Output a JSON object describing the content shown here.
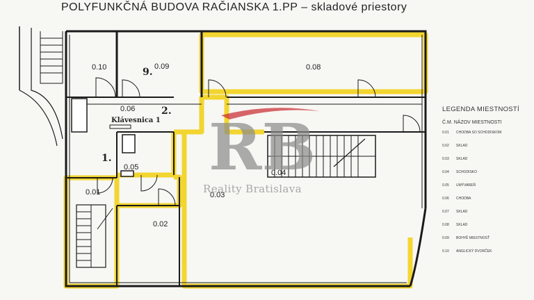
{
  "title": "POLYFUNKČNÁ BUDOVA RAČIANSKA 1.PP  –  skladové priestory",
  "rooms": {
    "r0101": "0.01",
    "r0102": "0.02",
    "r0103": "0.03",
    "r0104": "0.04",
    "r0105": "0.05",
    "r0106": "0.06",
    "r0108": "0.08",
    "r0109": "0.09",
    "r0110": "0.10"
  },
  "annotations": {
    "n1": "1.",
    "n2": "2.",
    "n9": "9.",
    "klavesnica": "Klávesnica 1"
  },
  "legend": {
    "title": "LEGENDA MIESTNOSTÍ",
    "header": "Č.M.  NÁZOV MIESTNOSTI",
    "items": [
      {
        "code": "0.01",
        "name": "CHODBA SO SCHODISKOM"
      },
      {
        "code": "0.02",
        "name": "SKLAD"
      },
      {
        "code": "0.03",
        "name": "SKLAD"
      },
      {
        "code": "0.04",
        "name": "SCHODISKO"
      },
      {
        "code": "0.05",
        "name": "UMÝVAREŇ"
      },
      {
        "code": "0.06",
        "name": "CHODBA"
      },
      {
        "code": "0.07",
        "name": "SKLAD"
      },
      {
        "code": "0.08",
        "name": "SKLAD"
      },
      {
        "code": "0.09",
        "name": "BOHYĚ MIESTNOSŤ"
      },
      {
        "code": "0.10",
        "name": "ANGLICKÝ DVORČEK"
      }
    ]
  },
  "watermark": {
    "logo": "RB",
    "text": "Reality Bratislava"
  },
  "colors": {
    "highlight": "#f2d21b",
    "wall": "#1a1a1a",
    "logo_red": "#c9282d",
    "logo_gray": "#8a8a8a"
  }
}
